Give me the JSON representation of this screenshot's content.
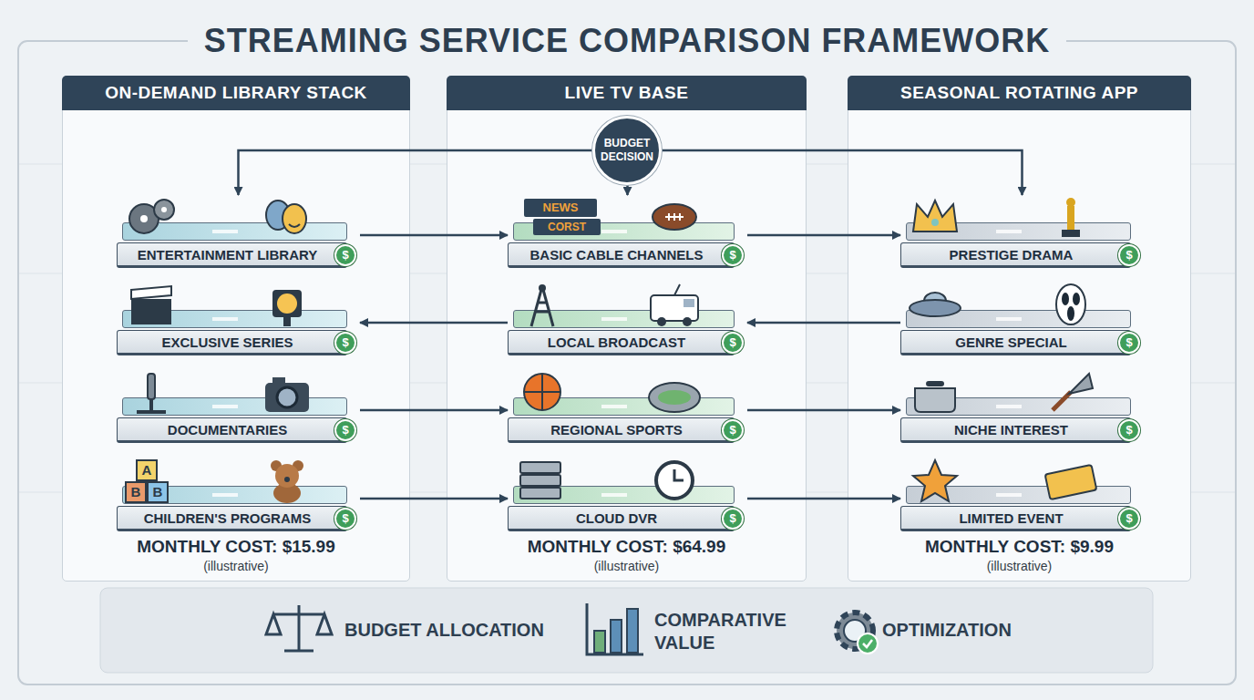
{
  "diagram": {
    "title": "STREAMING SERVICE COMPARISON FRAMEWORK",
    "nodes": [
      {
        "text": [
          "ON-DEMAND LIBRARY STACK",
          "MONTHLY COST: $15.99",
          "(illustrative)"
        ]
      },
      {
        "text": [
          "ENTERTAINMENT LIBRARY",
          "$"
        ],
        "in": 0
      },
      {
        "text": [
          "EXCLUSIVE SERIES",
          "$"
        ],
        "in": 0
      },
      {
        "text": [
          "DOCUMENTARIES",
          "$"
        ],
        "in": 0
      },
      {
        "text": [
          "CHILDREN'S PROGRAMS",
          "$"
        ],
        "in": 0
      },
      {
        "text": [
          "LIVE TV BASE",
          "MONTHLY COST: $64.99",
          "(illustrative)"
        ]
      },
      {
        "text": [
          "BUDGET DECISION"
        ],
        "in": 5
      },
      {
        "text": [
          "BASIC CABLE CHANNELS",
          "$"
        ],
        "in": 5
      },
      {
        "text": [
          "LOCAL BROADCAST",
          "$"
        ],
        "in": 5
      },
      {
        "text": [
          "REGIONAL SPORTS",
          "$"
        ],
        "in": 5
      },
      {
        "text": [
          "CLOUD DVR",
          "$"
        ],
        "in": 5
      },
      {
        "text": [
          "SEASONAL ROTATING APP",
          "MONTHLY COST: $9.99",
          "(illustrative)"
        ]
      },
      {
        "text": [
          "PRESTIGE DRAMA",
          "$"
        ],
        "in": 11
      },
      {
        "text": [
          "GENRE SPECIAL",
          "$"
        ],
        "in": 11
      },
      {
        "text": [
          "NICHE INTEREST",
          "$"
        ],
        "in": 11
      },
      {
        "text": [
          "LIMITED EVENT",
          "$"
        ],
        "in": 11
      }
    ],
    "edges": [
      {
        "from": 6,
        "to": 1,
        "arrow": "to"
      },
      {
        "from": 6,
        "to": 7,
        "arrow": "to"
      },
      {
        "from": 6,
        "to": 12,
        "arrow": "to"
      },
      {
        "from": 1,
        "to": 7,
        "arrow": "to"
      },
      {
        "from": 7,
        "to": 12,
        "arrow": "to"
      },
      {
        "from": 8,
        "to": 2,
        "arrow": "to"
      },
      {
        "from": 13,
        "to": 8,
        "arrow": "to"
      },
      {
        "from": 3,
        "to": 9,
        "arrow": "to"
      },
      {
        "from": 9,
        "to": 14,
        "arrow": "to"
      },
      {
        "from": 4,
        "to": 10,
        "arrow": "to"
      },
      {
        "from": 10,
        "to": 15,
        "arrow": "to"
      }
    ],
    "labels": [
      "NEWS",
      "CORST",
      "A",
      "B",
      "B",
      "BUDGET ALLOCATION",
      "COMPARATIVE VALUE",
      "OPTIMIZATION"
    ]
  }
}
